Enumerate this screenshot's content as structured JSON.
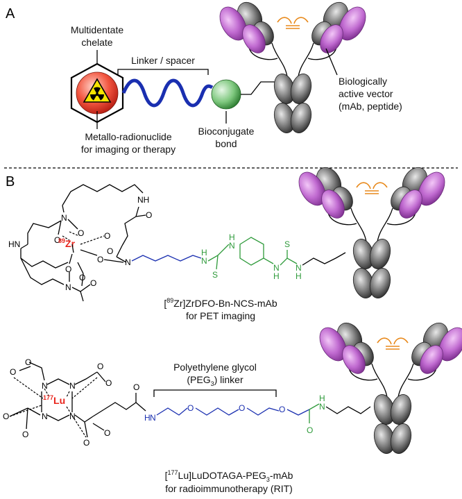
{
  "panel_a": {
    "letter": "A",
    "chelate_label": [
      "Multidentate",
      "chelate"
    ],
    "linker_label": "Linker / spacer",
    "radionuclide_label": [
      "Metallo-radionuclide",
      "for imaging or therapy"
    ],
    "bioconjugate_label": [
      "Bioconjugate",
      "bond"
    ],
    "vector_label": [
      "Biologically",
      "active vector",
      "(mAb, peptide)"
    ]
  },
  "panel_b": {
    "letter": "B",
    "zr": {
      "isotope": "89",
      "symbol": "Zr",
      "caption_pre": "[",
      "caption_mass": "89",
      "caption_post": "Zr]ZrDFO-Bn-NCS-mAb",
      "caption_line2": "for PET imaging",
      "atoms": {
        "N": "N",
        "O": "O",
        "HN": "HN",
        "H": "H",
        "S": "S",
        "NH": "NH"
      }
    },
    "lu": {
      "isotope": "177",
      "symbol": "Lu",
      "caption_pre": "[",
      "caption_mass": "177",
      "caption_mid": "Lu]LuDOTAGA-PEG",
      "caption_sub": "3",
      "caption_post": "-mAb",
      "caption_line2": "for radioimmunotherapy (RIT)",
      "peg_label_line1": "Polyethylene glycol",
      "peg_label_line2_pre": "(PEG",
      "peg_label_line2_sub": "3",
      "peg_label_line2_post": ") linker"
    }
  },
  "colors": {
    "radionuclide_red": "#e8231b",
    "linker_blue": "#1a2fb0",
    "bioconjugate_green": "#2e9a3a",
    "antibody_purple": "#b25cc4",
    "antibody_grey": "#555555",
    "disulfide_orange": "#e8891b"
  },
  "icons": [
    "radiation-trefoil-icon",
    "antibody-icon",
    "bioconjugate-sphere-icon"
  ]
}
